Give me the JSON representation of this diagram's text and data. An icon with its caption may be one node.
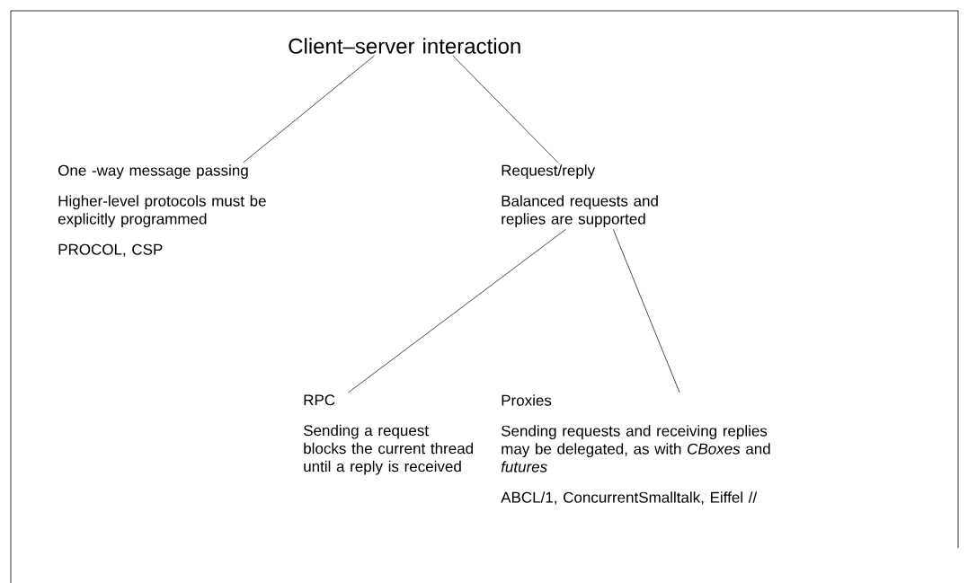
{
  "diagram": {
    "nodes": [
      {
        "text": [
          "Client–server interaction"
        ]
      },
      {
        "text": [
          "One -way message passing",
          "Higher-level protocols must be explicitly programmed",
          "PROCOL, CSP"
        ]
      },
      {
        "text": [
          "Request/reply",
          "Balanced requests and replies are supported"
        ]
      },
      {
        "text": [
          "RPC",
          "Sending a request blocks the current thread until a reply is received"
        ]
      },
      {
        "text": [
          "Proxies",
          "Sending requests and receiving replies may be delegated, as with *CBoxes* and *futures*",
          "ABCL/1, ConcurrentSmalltalk, Eiffel //"
        ]
      }
    ],
    "edges": [
      {
        "from": 0,
        "to": 1,
        "arrow": "none"
      },
      {
        "from": 0,
        "to": 2,
        "arrow": "none"
      },
      {
        "from": 2,
        "to": 3,
        "arrow": "none"
      },
      {
        "from": 2,
        "to": 4,
        "arrow": "none"
      }
    ]
  }
}
